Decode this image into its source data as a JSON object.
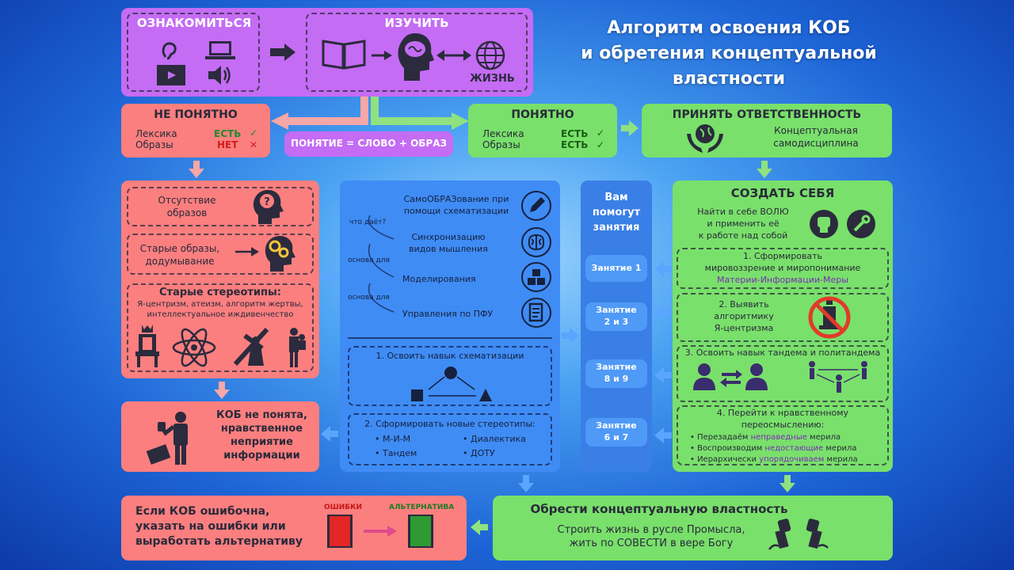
{
  "title": {
    "line1": "Алгоритм освоения КОБ",
    "line2": "и обретения концептуальной",
    "line3": "властности"
  },
  "top": {
    "familiarize": "ОЗНАКОМИТЬСЯ",
    "study": "ИЗУЧИТЬ",
    "life": "ЖИЗНЬ"
  },
  "concept_formula": "ПОНЯТИЕ = СЛОВО + ОБРАЗ",
  "not_understood": {
    "title": "НЕ ПОНЯТНО",
    "lex": "Лексика",
    "img": "Образы",
    "lex_v": "ЕСТЬ",
    "img_v": "НЕТ",
    "lex_mark": "✓",
    "img_mark": "✕"
  },
  "understood": {
    "title": "ПОНЯТНО",
    "lex": "Лексика",
    "img": "Образы",
    "lex_v": "ЕСТЬ",
    "img_v": "ЕСТЬ",
    "lex_mark": "✓",
    "img_mark": "✓"
  },
  "responsibility": {
    "title": "ПРИНЯТЬ ОТВЕТСТВЕННОСТЬ",
    "l1": "Концептуальная",
    "l2": "самодисциплина"
  },
  "left": {
    "absence1": "Отсутствие",
    "absence2": "образов",
    "old1": "Старые образы,",
    "old2": "додумывание",
    "stereo_title": "Старые стереотипы:",
    "stereo1": "Я-центризм, атеизм, алгоритм жертвы,",
    "stereo2": "интеллектуальное иждивенчество",
    "kob1": "КОБ не понята,",
    "kob2": "нравственное",
    "kob3": "неприятие",
    "kob4": "информации"
  },
  "center": {
    "s1a": "СамоОБРАЗование при",
    "s1b": "помощи схематизации",
    "q1": "что даёт?",
    "s2a": "Синхронизацию",
    "s2b": "видов мышления",
    "q2": "основа для",
    "s3": "Моделирования",
    "q3": "основа для",
    "s4": "Управления по ПФУ",
    "skill1": "1. Освоить навык схематизации",
    "skill2": "2. Сформировать новые стереотипы:",
    "b1": "• М-И-М",
    "b2": "• Диалектика",
    "b3": "• Тандем",
    "b4": "• ДОТУ"
  },
  "lessons": {
    "head1": "Вам",
    "head2": "помогут",
    "head3": "занятия",
    "l1": "Занятие 1",
    "l2a": "Занятие",
    "l2b": "2 и 3",
    "l3a": "Занятие",
    "l3b": "8 и 9",
    "l4a": "Занятие",
    "l4b": "6 и 7"
  },
  "create": {
    "title": "СОЗДАТЬ СЕБЯ",
    "w1": "Найти в себе ВОЛЮ",
    "w2": "и применить её",
    "w3": "к работе над собой",
    "p1a": "1. Сформировать",
    "p1b": "мировоззрение и миропонимание",
    "p1c": "Материи-Информации-Меры",
    "p2a": "2. Выявить",
    "p2b": "алгоритмику",
    "p2c": "Я-центризма",
    "p3": "3. Освоить навык тандема и политандема",
    "p4a": "4. Перейти к нравственному",
    "p4b": "переосмыслению:",
    "r1a": "• Перезадаём ",
    "r1b": "неправедные",
    "r1c": " мерила",
    "r2a": "• Воспроизводим ",
    "r2b": "недостающие",
    "r2c": " мерила",
    "r3a": "• Иерархически ",
    "r3b": "упорядочиваем",
    "r3c": " мерила"
  },
  "bottom_left": {
    "l1": "Если КОБ ошибочна,",
    "l2": "указать на ошибки или",
    "l3": "выработать альтернативу",
    "errors": "ОШИБКИ",
    "alt": "АЛЬТЕРНАТИВА"
  },
  "bottom_right": {
    "title": "Обрести концептуальную властность",
    "l1": "Строить жизнь в русле Промысла,",
    "l2": "жить по СОВЕСТИ в вере Богу"
  },
  "colors": {
    "purple": "#c36cf3",
    "red": "#fb7f7f",
    "green": "#78e06a",
    "blue": "#3f8cf5",
    "lesson": "#3a7fe6"
  }
}
